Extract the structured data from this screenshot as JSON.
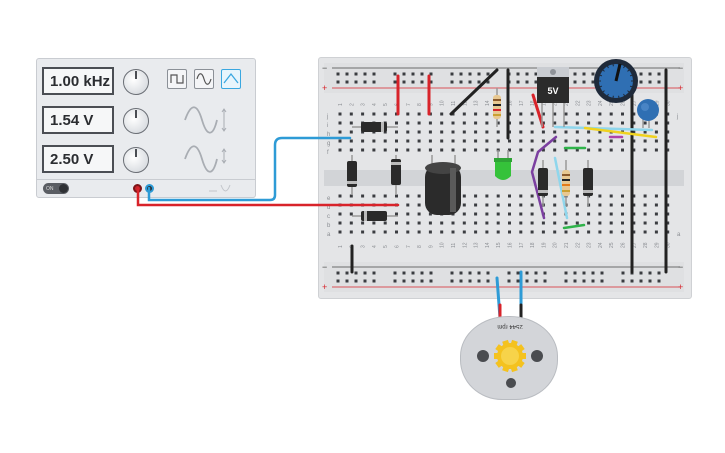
{
  "function_generator": {
    "frequency": "1.00 kHz",
    "amplitude": "1.54 V",
    "offset": "2.50 V",
    "power_label": "ON",
    "waveforms": [
      "square",
      "sine",
      "triangle"
    ],
    "selected_waveform": "triangle"
  },
  "breadboard": {
    "regulator_label": "5V",
    "rail_plus": "+",
    "rail_minus": "−",
    "row_letters_top": [
      "j",
      "i",
      "h",
      "g",
      "f"
    ],
    "row_letters_bottom": [
      "e",
      "d",
      "c",
      "b",
      "a"
    ],
    "column_numbers": [
      "1",
      "2",
      "3",
      "4",
      "5",
      "6",
      "7",
      "8",
      "9",
      "10",
      "11",
      "12",
      "13",
      "14",
      "15",
      "16",
      "17",
      "18",
      "19",
      "20",
      "21",
      "22",
      "23",
      "24",
      "25",
      "26",
      "27",
      "28",
      "29",
      "30"
    ]
  },
  "motor": {
    "speed": "2544 rpm"
  },
  "colors": {
    "wire_red": "#d8232a",
    "wire_blue": "#2e9bd6",
    "wire_black": "#222222",
    "wire_purple": "#7b3fa0",
    "wire_green": "#2fb34a",
    "wire_yellow": "#f0d21f",
    "wire_lightblue": "#8fd6ec",
    "led_green": "#35c23a",
    "pot_blue": "#2f6fb3",
    "active_waveform": "#3aa7e0"
  }
}
